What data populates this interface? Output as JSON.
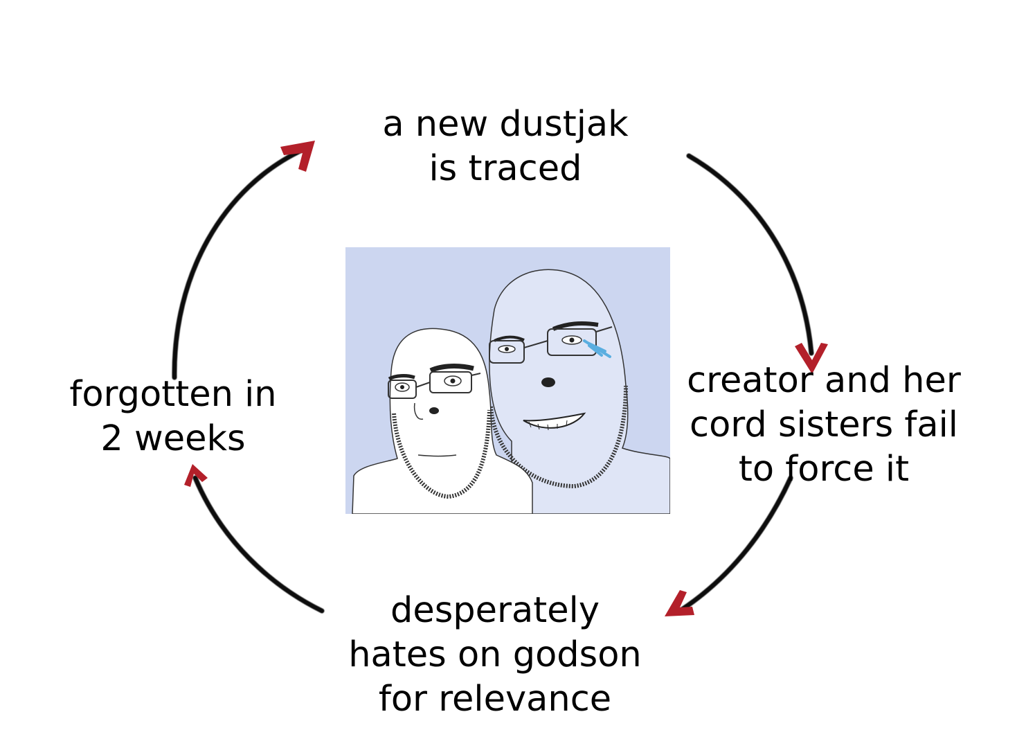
{
  "diagram": {
    "type": "cycle",
    "steps": [
      {
        "line1": "a new dustjak",
        "line2": "is traced",
        "line3": ""
      },
      {
        "line1": "creator and her",
        "line2": "cord sisters fail",
        "line3": "to force it"
      },
      {
        "line1": "desperately",
        "line2": "hates on godson",
        "line3": "for relevance"
      },
      {
        "line1": "forgotten in",
        "line2": "2 weeks",
        "line3": ""
      }
    ],
    "arrow_color": "#111111",
    "arrowhead_color": "#b3202a",
    "image_background": "#ccd6f0",
    "face_fill": "#ffffff",
    "face_fill_right": "#dfe5f6",
    "tear_color": "#5aaee0"
  }
}
